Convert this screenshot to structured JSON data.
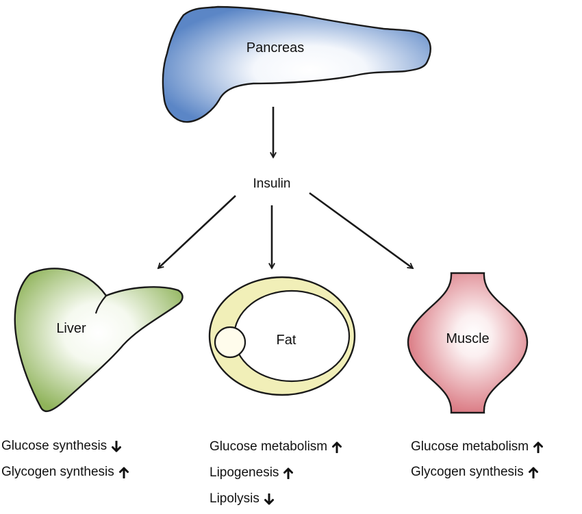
{
  "organs": {
    "pancreas": {
      "label": "Pancreas",
      "fill": "#5b86c6"
    },
    "liver": {
      "label": "Liver",
      "fill": "#8fb35a"
    },
    "fat": {
      "label": "Fat",
      "fill": "#f1efb8"
    },
    "muscle": {
      "label": "Muscle",
      "fill": "#d76e78"
    }
  },
  "hormone": {
    "label": "Insulin"
  },
  "effects": {
    "liver": [
      {
        "text": "Glucose synthesis",
        "direction": "down"
      },
      {
        "text": "Glycogen synthesis",
        "direction": "up"
      }
    ],
    "fat": [
      {
        "text": "Glucose metabolism",
        "direction": "up"
      },
      {
        "text": "Lipogenesis",
        "direction": "up"
      },
      {
        "text": "Lipolysis",
        "direction": "down"
      }
    ],
    "muscle": [
      {
        "text": "Glucose metabolism",
        "direction": "up"
      },
      {
        "text": "Glycogen synthesis",
        "direction": "up"
      }
    ]
  },
  "colors": {
    "stroke": "#1a1a1a",
    "up_icon": "arrow-up-icon",
    "down_icon": "arrow-down-icon"
  }
}
